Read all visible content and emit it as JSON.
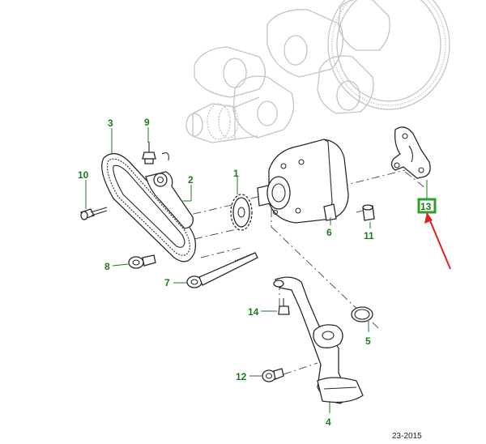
{
  "callouts": [
    {
      "id": "1",
      "label": "1"
    },
    {
      "id": "2",
      "label": "2"
    },
    {
      "id": "3",
      "label": "3"
    },
    {
      "id": "4",
      "label": "4"
    },
    {
      "id": "5",
      "label": "5"
    },
    {
      "id": "6",
      "label": "6"
    },
    {
      "id": "7",
      "label": "7"
    },
    {
      "id": "8",
      "label": "8"
    },
    {
      "id": "9",
      "label": "9"
    },
    {
      "id": "10",
      "label": "10"
    },
    {
      "id": "11",
      "label": "11"
    },
    {
      "id": "12",
      "label": "12"
    },
    {
      "id": "13",
      "label": "13"
    },
    {
      "id": "14",
      "label": "14"
    }
  ],
  "figure_ref": "23-2015",
  "colors": {
    "callout_text": "#1f7a1f",
    "highlight_box": "#2e9e2e",
    "pointer_arrow": "#e02020",
    "ghost_line": "#c4c4c4"
  },
  "highlighted_callout": "13"
}
